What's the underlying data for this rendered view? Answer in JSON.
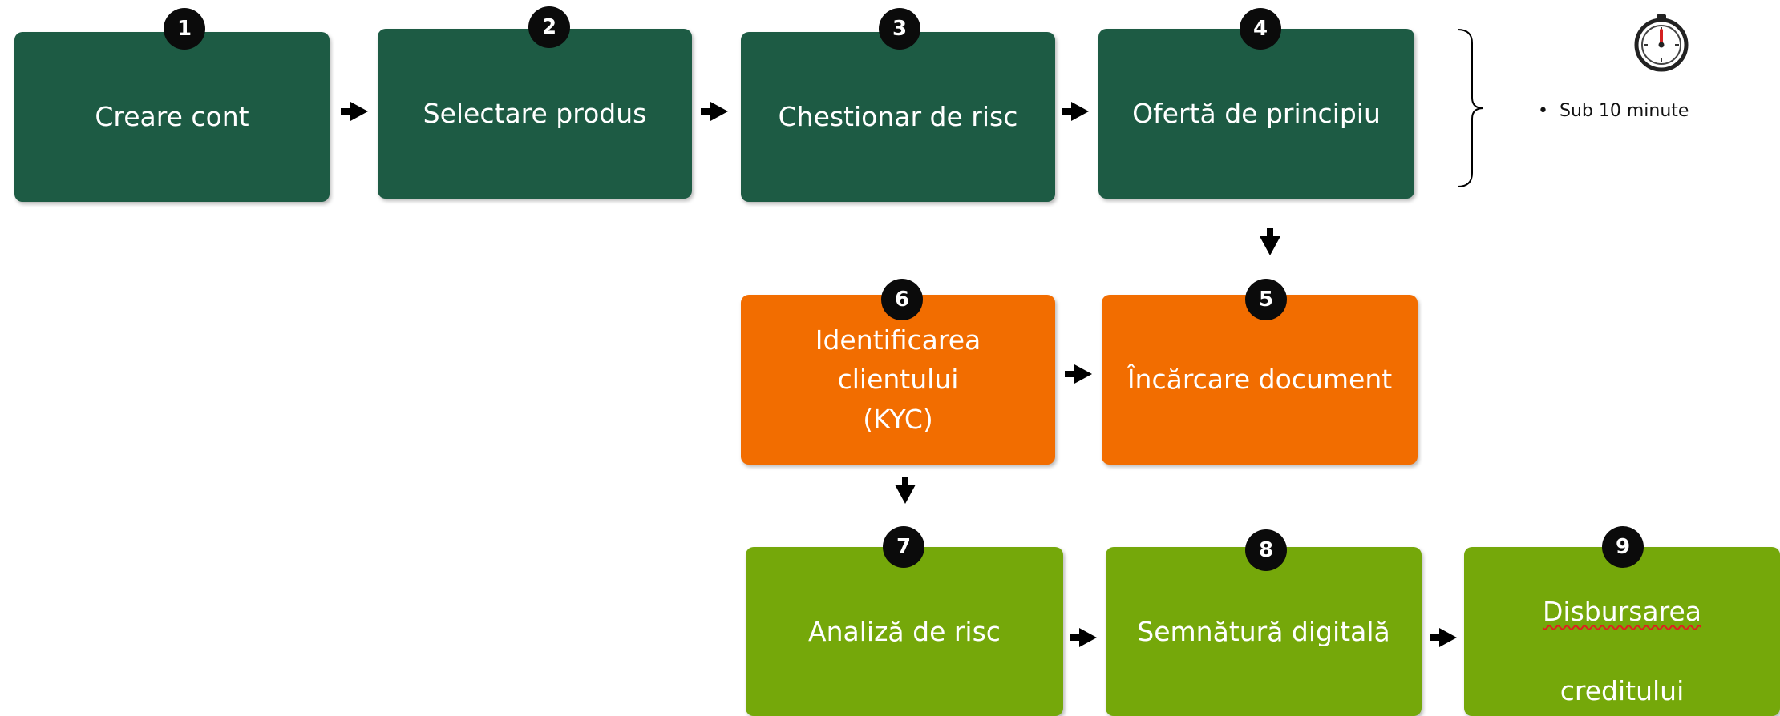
{
  "steps": [
    {
      "number": "1",
      "label": "Creare cont"
    },
    {
      "number": "2",
      "label": "Selectare produs"
    },
    {
      "number": "3",
      "label": "Chestionar de risc"
    },
    {
      "number": "4",
      "label": "Ofertă de principiu"
    },
    {
      "number": "5",
      "label": "Încărcare document"
    },
    {
      "number": "6",
      "label": "Identificarea\nclientului\n(KYC)"
    },
    {
      "number": "7",
      "label": "Analiză de risc"
    },
    {
      "number": "8",
      "label": "Semnătură digitală"
    },
    {
      "number": "9",
      "label_line1": "Disbursarea",
      "label_line2": "creditului"
    }
  ],
  "note": {
    "bullet": "•",
    "text": "Sub 10 minute",
    "icon": "stopwatch-icon"
  },
  "colors": {
    "phase1": "#1d5b44",
    "phase2": "#f26d00",
    "phase3": "#75a80a",
    "badge": "#0b0b0b"
  }
}
